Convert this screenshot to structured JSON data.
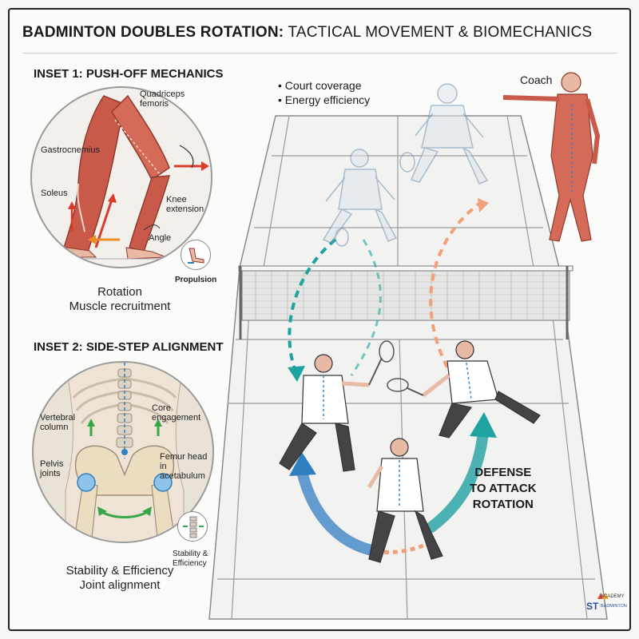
{
  "title": {
    "bold": "BADMINTON DOUBLES ROTATION:",
    "rest": " TACTICAL MOVEMENT & BIOMECHANICS"
  },
  "inset1": {
    "title": "INSET 1: PUSH-OFF MECHANICS",
    "labels": {
      "quadriceps": "Quadriceps femoris",
      "gastrocnemius": "Gastrocnemius",
      "soleus": "Soleus",
      "knee": "Knee extension",
      "angle": "Angle",
      "propulsion": "Propulsion"
    },
    "caption_line1": "Rotation",
    "caption_line2": "Muscle recruitment"
  },
  "inset2": {
    "title": "INSET 2: SIDE-STEP ALIGNMENT",
    "labels": {
      "vertebral": "Vertebral column",
      "core": "Core engagement",
      "pelvis": "Pelvis joints",
      "femur": "Femur head in acetabulum",
      "stability": "Stability & Efficiency"
    },
    "caption_line1": "Stability & Efficiency",
    "caption_line2": "Joint alignment"
  },
  "court": {
    "bullets": [
      "• Court coverage",
      "• Energy efficiency"
    ],
    "coach": "Coach",
    "rotation_line1": "DEFENSE",
    "rotation_line2": "TO ATTACK",
    "rotation_line3": "ROTATION"
  },
  "logo": {
    "academy": "ACADEMY",
    "st": "ST",
    "badminton": "BADMINTON"
  },
  "colors": {
    "teal": "#1fa3a0",
    "blue": "#2f7fc1",
    "peach": "#f2a07c",
    "muscle": "#c95a4a",
    "arrow_red": "#d93a2a",
    "arrow_orange": "#f08a22",
    "arrow_green": "#3aa64a"
  }
}
